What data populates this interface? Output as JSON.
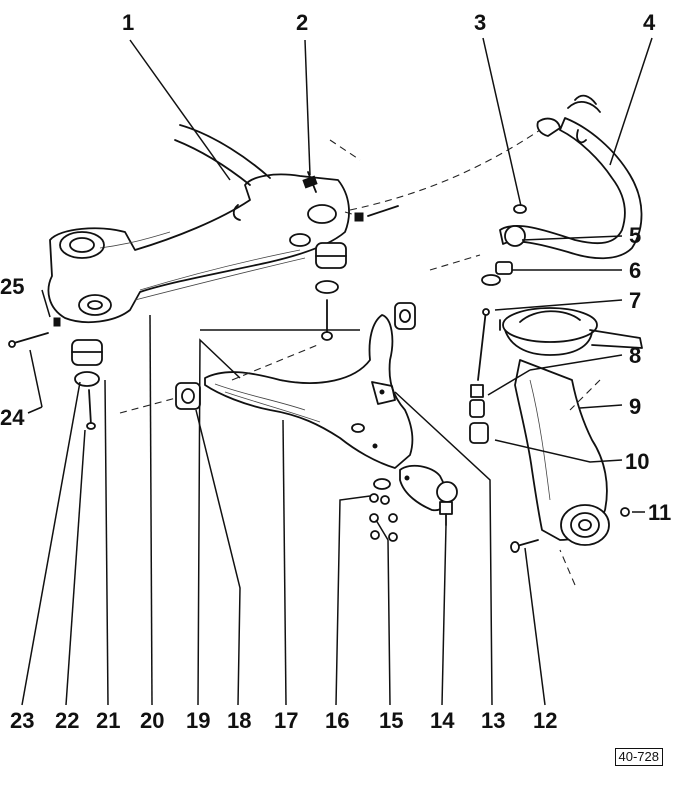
{
  "labels": {
    "l1": "1",
    "l2": "2",
    "l3": "3",
    "l4": "4",
    "l5": "5",
    "l6": "6",
    "l7": "7",
    "l8": "8",
    "l9": "9",
    "l10": "10",
    "l11": "11",
    "l12": "12",
    "l13": "13",
    "l14": "14",
    "l15": "15",
    "l16": "16",
    "l17": "17",
    "l18": "18",
    "l19": "19",
    "l20": "20",
    "l21": "21",
    "l22": "22",
    "l23": "23",
    "l24": "24",
    "l25": "25"
  },
  "figure_ref": "40-728"
}
